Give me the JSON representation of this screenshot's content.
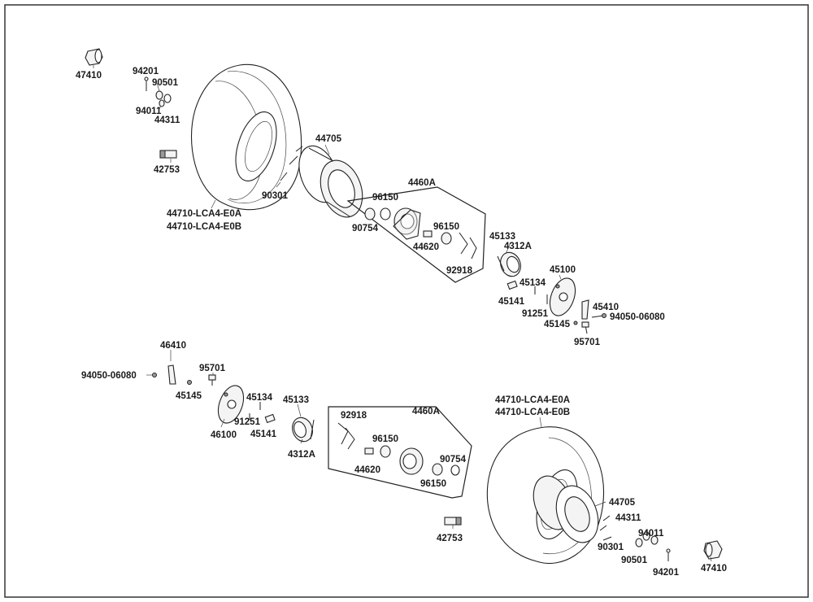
{
  "labels": {
    "p47410_tl": "47410",
    "p94201_t": "94201",
    "p90501_t": "90501",
    "p94011_t": "94011",
    "p44311_t": "44311",
    "p42753_t": "42753",
    "p44705_t": "44705",
    "p90301_t": "90301",
    "p44710a_t": "44710-LCA4-E0A",
    "p44710b_t": "44710-LCA4-E0B",
    "p4460a_t": "4460A",
    "p96150a_t": "96150",
    "p90754_t": "90754",
    "p96150b_t": "96150",
    "p44620_t": "44620",
    "p92918_t": "92918",
    "p45133_t": "45133",
    "p4312a_t": "4312A",
    "p45100_t": "45100",
    "p45134_t": "45134",
    "p45141_t": "45141",
    "p91251_t": "91251",
    "p45410_t": "45410",
    "p94050_t": "94050-06080",
    "p45145_t": "45145",
    "p95701_t": "95701",
    "p46410_b": "46410",
    "p94050_b": "94050-06080",
    "p95701_b": "95701",
    "p45145_b": "45145",
    "p45134_b": "45134",
    "p45133_b": "45133",
    "p91251_b": "91251",
    "p45141_b": "45141",
    "p46100_b": "46100",
    "p4312a_b": "4312A",
    "p92918_b": "92918",
    "p4460a_b": "4460A",
    "p96150a_b": "96150",
    "p44620_b": "44620",
    "p90754_b": "90754",
    "p96150b_b": "96150",
    "p44710a_b": "44710-LCA4-E0A",
    "p44710b_b": "44710-LCA4-E0B",
    "p44705_b": "44705",
    "p44311_b": "44311",
    "p90301_b": "90301",
    "p94011_b": "94011",
    "p90501_b": "90501",
    "p42753_b": "42753",
    "p94201_b": "94201",
    "p47410_b": "47410"
  }
}
